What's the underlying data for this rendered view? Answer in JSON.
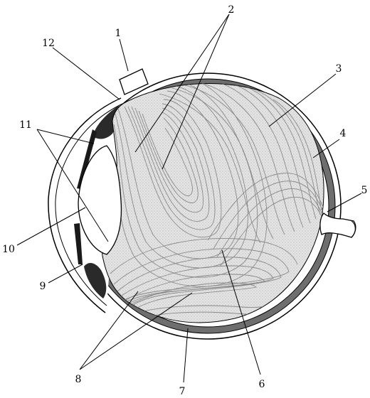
{
  "labels": {
    "l1": "1",
    "l2": "2",
    "l3": "3",
    "l4": "4",
    "l5": "5",
    "l6": "6",
    "l7": "7",
    "l8": "8",
    "l9": "9",
    "l10": "10",
    "l11": "11",
    "l12": "12"
  },
  "colors": {
    "outline": "#000000",
    "choroid": "#6e6e6e",
    "vitreous": "#e2e2e2",
    "fibers": "#8a8a8a",
    "pigment": "#2a2a2a",
    "background": "#ffffff"
  }
}
